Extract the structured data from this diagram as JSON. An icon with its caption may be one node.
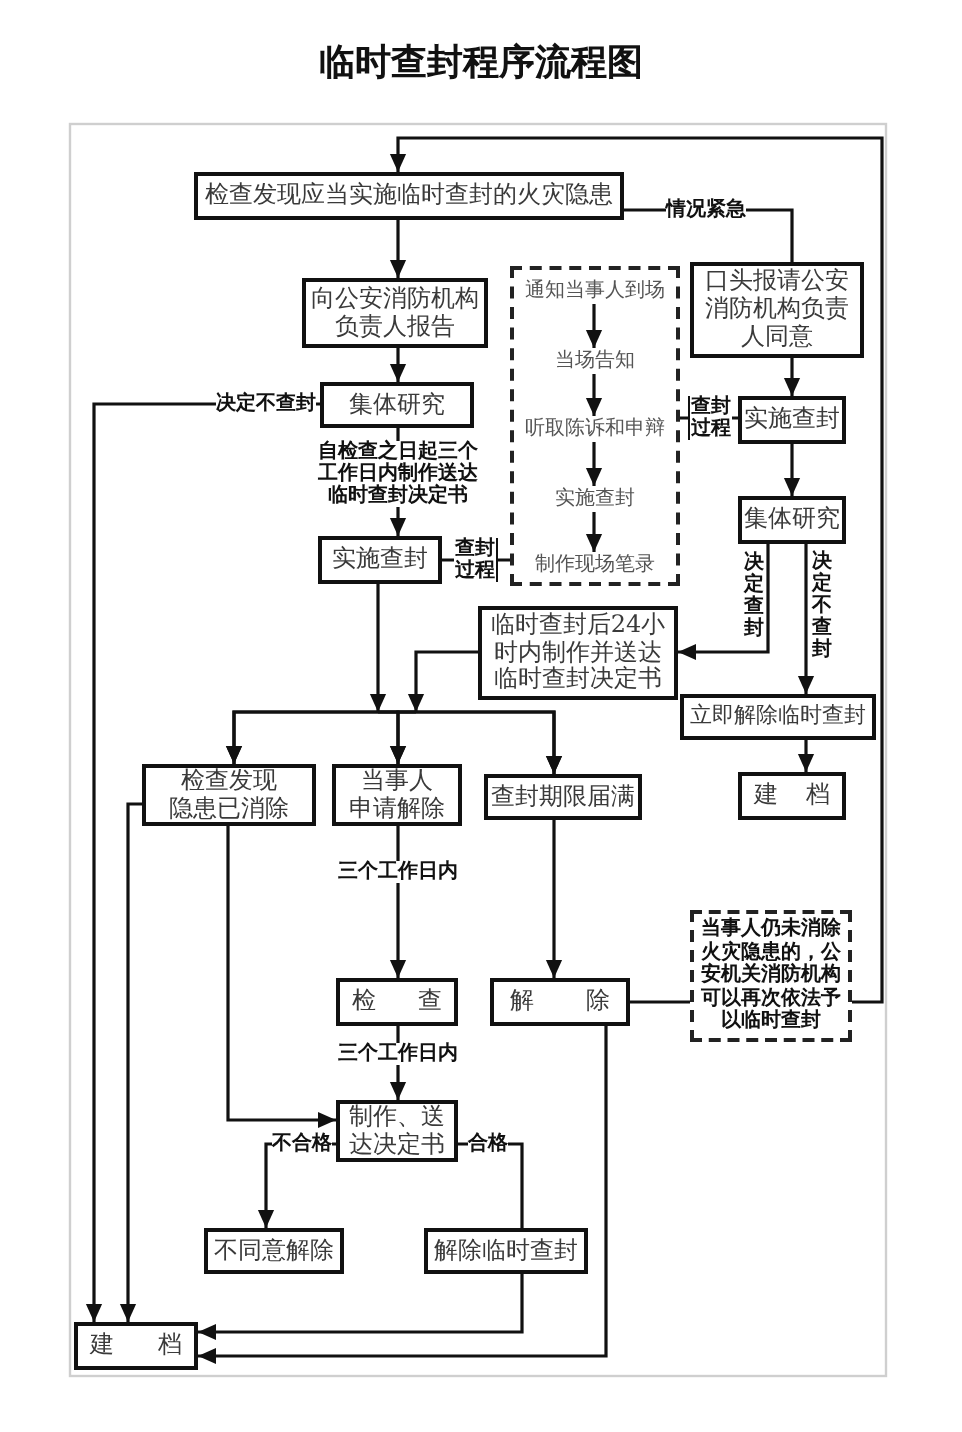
{
  "diagram": {
    "title": "临时查封程序流程图",
    "nodes": [
      {
        "text": [
          "检查发现应当实施临时查封的火灾隐患"
        ]
      },
      {
        "text": [
          "向公安消防机构负责人报告"
        ]
      },
      {
        "text": [
          "集体研究"
        ]
      },
      {
        "text": [
          "实施查封"
        ]
      },
      {
        "text": [],
        "shape": "box"
      },
      {
        "text": [
          "通知当事人到场"
        ],
        "in": 4
      },
      {
        "text": [
          "当场告知"
        ],
        "in": 4
      },
      {
        "text": [
          "听取陈诉和申辩"
        ],
        "in": 4
      },
      {
        "text": [
          "实施查封"
        ],
        "in": 4
      },
      {
        "text": [
          "制作现场笔录"
        ],
        "in": 4
      },
      {
        "text": [
          "口头报请公安消防机构负责人同意"
        ]
      },
      {
        "text": [
          "实施查封"
        ]
      },
      {
        "text": [
          "集体研究"
        ]
      },
      {
        "text": [
          "临时查封后24小时内制作并送达临时查封决定书"
        ]
      },
      {
        "text": [
          "立即解除临时查封"
        ]
      },
      {
        "text": [
          "建 档"
        ]
      },
      {
        "text": [
          "检查发现隐患已消除"
        ]
      },
      {
        "text": [
          "当事人申请解除"
        ]
      },
      {
        "text": [
          "查封期限届满"
        ]
      },
      {
        "text": [
          "检 查"
        ]
      },
      {
        "text": [
          "制作、送达决定书"
        ]
      },
      {
        "text": [
          "解 除"
        ]
      },
      {
        "text": [
          "当事人仍未消除火灾隐患的，公安机关消防机构可以再次依法予以临时查封"
        ]
      },
      {
        "text": [
          "不同意解除"
        ]
      },
      {
        "text": [
          "解除临时查封"
        ]
      },
      {
        "text": [
          "建 档"
        ]
      }
    ],
    "edges": [
      {
        "from": 0,
        "to": 1,
        "arrow": "to"
      },
      {
        "from": 1,
        "to": 2,
        "arrow": "to"
      },
      {
        "from": 2,
        "to": 3,
        "arrow": "to",
        "label": "自检查之日起三个工作日内制作送达临时查封决定书"
      },
      {
        "from": 2,
        "to": 25,
        "arrow": "to",
        "label": "决定不查封"
      },
      {
        "from": 3,
        "to": 4,
        "arrow": "none",
        "label": "查封过程"
      },
      {
        "from": 5,
        "to": 6,
        "arrow": "to"
      },
      {
        "from": 6,
        "to": 7,
        "arrow": "to"
      },
      {
        "from": 7,
        "to": 8,
        "arrow": "to"
      },
      {
        "from": 8,
        "to": 9,
        "arrow": "to"
      },
      {
        "from": 0,
        "to": 10,
        "arrow": "none",
        "label": "情况紧急"
      },
      {
        "from": 10,
        "to": 11,
        "arrow": "to"
      },
      {
        "from": 11,
        "to": 4,
        "arrow": "none",
        "label": "查封过程"
      },
      {
        "from": 11,
        "to": 12,
        "arrow": "to"
      },
      {
        "from": 12,
        "to": 13,
        "arrow": "to",
        "label": "决定查封"
      },
      {
        "from": 12,
        "to": 14,
        "arrow": "to",
        "label": "决定不查封"
      },
      {
        "from": 14,
        "to": 15,
        "arrow": "to"
      },
      {
        "from": 3,
        "to": 16,
        "arrow": "to"
      },
      {
        "from": 3,
        "to": 17,
        "arrow": "to"
      },
      {
        "from": 3,
        "to": 18,
        "arrow": "to"
      },
      {
        "from": 13,
        "to": 16,
        "arrow": "to"
      },
      {
        "from": 13,
        "to": 17,
        "arrow": "to"
      },
      {
        "from": 13,
        "to": 18,
        "arrow": "to"
      },
      {
        "from": 16,
        "to": 20,
        "arrow": "to"
      },
      {
        "from": 16,
        "to": 25,
        "arrow": "to"
      },
      {
        "from": 17,
        "to": 19,
        "arrow": "to",
        "label": "三个工作日内"
      },
      {
        "from": 18,
        "to": 21,
        "arrow": "to"
      },
      {
        "from": 19,
        "to": 20,
        "arrow": "to",
        "label": "三个工作日内"
      },
      {
        "from": 21,
        "to": 22,
        "arrow": "none"
      },
      {
        "from": 22,
        "to": 0,
        "arrow": "to"
      },
      {
        "from": 20,
        "to": 23,
        "arrow": "to",
        "label": "不合格"
      },
      {
        "from": 20,
        "to": 24,
        "arrow": "none",
        "label": "合格"
      },
      {
        "from": 24,
        "to": 25,
        "arrow": "to"
      },
      {
        "from": 21,
        "to": 25,
        "arrow": "to"
      }
    ]
  }
}
